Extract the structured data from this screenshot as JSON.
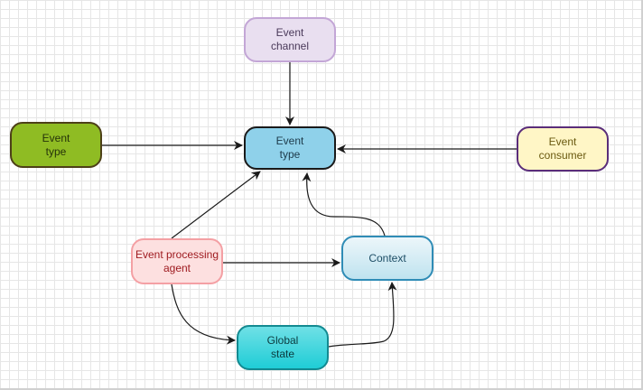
{
  "diagram": {
    "nodes": [
      {
        "id": "channel",
        "label": "Event\nchannel"
      },
      {
        "id": "center",
        "label": "Event\ntype"
      },
      {
        "id": "left",
        "label": "Event\ntype"
      },
      {
        "id": "consumer",
        "label": "Event\nconsumer"
      },
      {
        "id": "agent",
        "label": "Event processing\nagent"
      },
      {
        "id": "context",
        "label": "Context"
      },
      {
        "id": "global",
        "label": "Global\nstate"
      }
    ],
    "edges": [
      {
        "from": "channel",
        "to": "center"
      },
      {
        "from": "left",
        "to": "center"
      },
      {
        "from": "consumer",
        "to": "center"
      },
      {
        "from": "agent",
        "to": "center"
      },
      {
        "from": "context",
        "to": "center"
      },
      {
        "from": "agent",
        "to": "context"
      },
      {
        "from": "agent",
        "to": "global"
      },
      {
        "from": "global",
        "to": "context"
      }
    ],
    "colors": {
      "edge": "#1a1a1a",
      "channel": "#e9dff0",
      "center": "#8fd1ea",
      "left": "#8fbc23",
      "consumer": "#fff6c6",
      "agent": "#fde0e0",
      "context": "#bfe3ef",
      "global": "#1fcdd6"
    }
  }
}
